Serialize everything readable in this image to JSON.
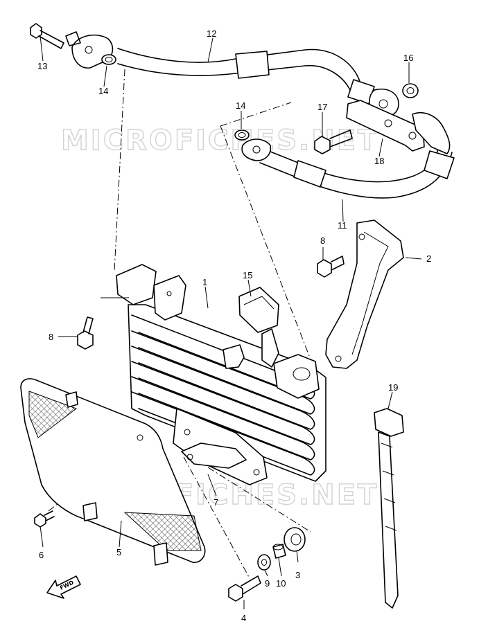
{
  "watermarks": [
    "MICROFICHES.NET",
    "MICROFICHES.NET"
  ],
  "direction_label": "FWD",
  "callouts": [
    {
      "id": "1",
      "part": "oil cooler"
    },
    {
      "id": "2",
      "part": "bracket"
    },
    {
      "id": "3",
      "part": "cushion"
    },
    {
      "id": "4",
      "part": "bolt"
    },
    {
      "id": "5",
      "part": "grille"
    },
    {
      "id": "6",
      "part": "screw"
    },
    {
      "id": "7",
      "part": "cover"
    },
    {
      "id": "8",
      "part": "bolt"
    },
    {
      "id": "8",
      "part": "bolt"
    },
    {
      "id": "9",
      "part": "washer"
    },
    {
      "id": "10",
      "part": "spacer"
    },
    {
      "id": "11",
      "part": "hose"
    },
    {
      "id": "12",
      "part": "hose"
    },
    {
      "id": "13",
      "part": "bolt"
    },
    {
      "id": "14",
      "part": "o-ring"
    },
    {
      "id": "14",
      "part": "o-ring"
    },
    {
      "id": "15",
      "part": "clamp"
    },
    {
      "id": "16",
      "part": "washer"
    },
    {
      "id": "17",
      "part": "bolt"
    },
    {
      "id": "18",
      "part": "bracket"
    },
    {
      "id": "19",
      "part": "tie"
    }
  ]
}
